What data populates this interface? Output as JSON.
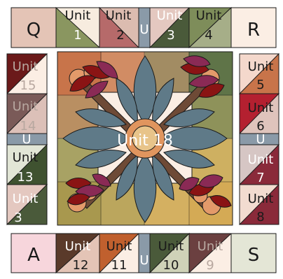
{
  "title": "Quilt block layout",
  "top_row": {
    "left_corner": "Q",
    "right_corner": "R",
    "units": [
      {
        "line1": "Unit",
        "line2": "1"
      },
      {
        "line1": "Unit",
        "line2": "2"
      },
      {
        "line1": "U",
        "line2": ""
      },
      {
        "line1": "Unit",
        "line2": "3"
      },
      {
        "line1": "Unit",
        "line2": "4"
      }
    ]
  },
  "left_col": {
    "units": [
      {
        "line1": "Unit",
        "line2": "15"
      },
      {
        "line1": "Unit",
        "line2": "14"
      },
      {
        "line1": "U",
        "line2": ""
      },
      {
        "line1": "Unit",
        "line2": "13"
      },
      {
        "line1": "Unit",
        "line2": "3"
      }
    ]
  },
  "right_col": {
    "units": [
      {
        "line1": "Unit",
        "line2": "5"
      },
      {
        "line1": "Unit",
        "line2": "6"
      },
      {
        "line1": "U",
        "line2": ""
      },
      {
        "line1": "Unit",
        "line2": "7"
      },
      {
        "line1": "Unit",
        "line2": "8"
      }
    ]
  },
  "bottom_row": {
    "left_corner": "A",
    "right_corner": "S",
    "units": [
      {
        "line1": "Unit",
        "line2": "12"
      },
      {
        "line1": "Unit",
        "line2": "11"
      },
      {
        "line1": "U",
        "line2": ""
      },
      {
        "line1": "Unit",
        "line2": "10"
      },
      {
        "line1": "Unit",
        "line2": "9"
      }
    ]
  },
  "center": {
    "label": "Unit 18"
  },
  "colors": {
    "outline": "#1a1a1a",
    "sash": "#8a9aa8",
    "blue_leaf": "#5f7a88",
    "cream": "#fbeee4",
    "rust": "#c8744a",
    "olive": "#7e8d5a",
    "mustard": "#d4aa55",
    "brown": "#6e4a36",
    "dark_red": "#8a1414",
    "plum": "#8b2a55",
    "peach": "#e39a6a"
  }
}
